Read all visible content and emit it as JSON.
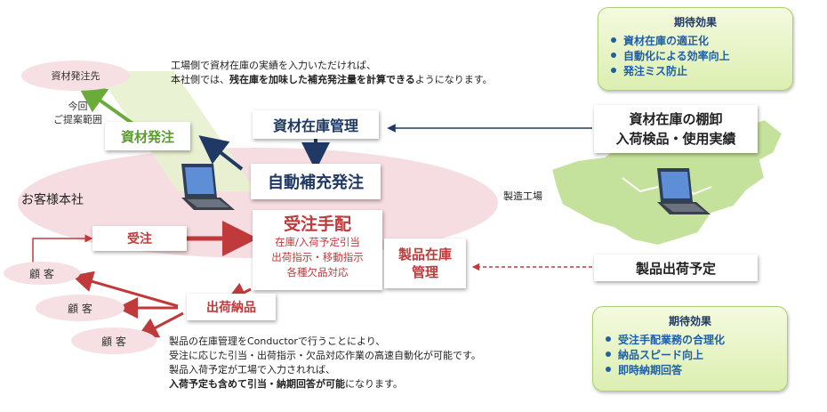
{
  "top_note": {
    "line1": "工場側で資材在庫の実績を入力いただければ、",
    "line2_prefix": "本社側では、",
    "line2_bold": "残在庫を加味した補充発注量を計算できる",
    "line2_suffix": "ようになります。"
  },
  "supplier_label": "資材発注先",
  "scope_label": {
    "line1": "今回",
    "line2": "ご提案範囲"
  },
  "material_order_label": "資材発注",
  "hq_label": "お客様本社",
  "material_inventory_label": "資材在庫管理",
  "auto_replenish_label": "自動補充発注",
  "order_handling": {
    "title": "受注手配",
    "line1": "在庫/入荷予定引当",
    "line2": "出荷指示・移動指示",
    "line3": "各種欠品対応"
  },
  "product_inventory_label": {
    "line1": "製品在庫",
    "line2": "管理"
  },
  "order_received_label": "受注",
  "shipping_label": "出荷納品",
  "customer_label": "顧 客",
  "factory_label": "製造工場",
  "factory_input": {
    "line1": "資材在庫の棚卸",
    "line2": "入荷検品・使用実績"
  },
  "product_shipping_plan_label": "製品出荷予定",
  "bottom_note": {
    "line1": "製品の在庫管理をConductorで行うことにより、",
    "line2": "受注に応じた引当・出荷指示・欠品対応作業の高速自動化が可能です。",
    "line3": "製品入荷予定が工場で入力されれば、",
    "line4_bold": "入荷予定も含めて引当・納期回答が可能",
    "line4_suffix": "になります。"
  },
  "effects_top": {
    "title": "期待効果",
    "items": [
      "資材在庫の適正化",
      "自動化による効率向上",
      "発注ミス防止"
    ]
  },
  "effects_bottom": {
    "title": "期待効果",
    "items": [
      "受注手配業務の合理化",
      "納品スピード向上",
      "即時納期回答"
    ]
  },
  "colors": {
    "navy": "#1f3864",
    "red": "#c0393b",
    "green": "#6bab3a",
    "pink_area": "#f6dde1",
    "map_green": "#c5e29c",
    "effect_blue": "#1f5fa8"
  },
  "icons": [
    "laptop-icon",
    "arrow-icon",
    "japan-map"
  ]
}
